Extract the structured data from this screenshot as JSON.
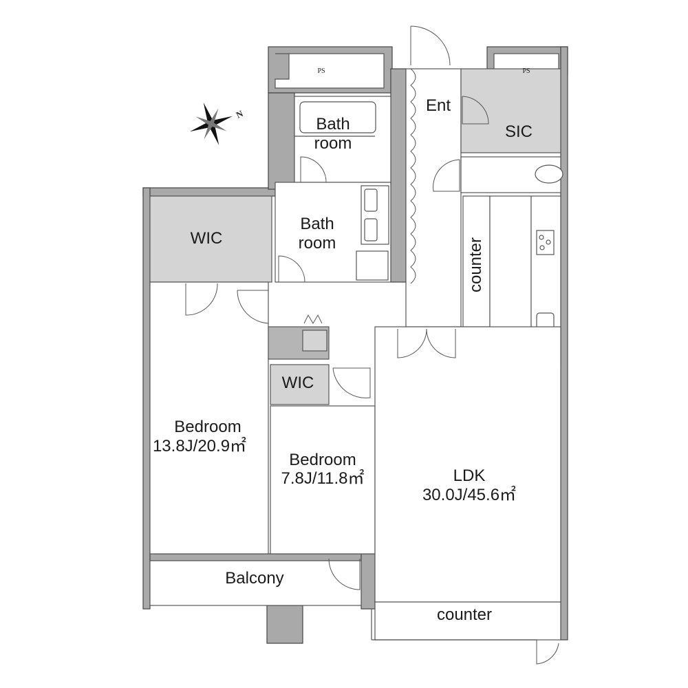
{
  "title": "Floor plan",
  "compass": {
    "label": "N"
  },
  "rooms": {
    "ps_left": "PS",
    "ps_right": "PS",
    "entrance": "Ent",
    "bath1_line1": "Bath",
    "bath1_line2": "room",
    "sic": "SIC",
    "wic_large": "WIC",
    "bath2_line1": "Bath",
    "bath2_line2": "room",
    "kitchen_counter": "counter",
    "wic_small": "WIC",
    "bedroom1_name": "Bedroom",
    "bedroom1_size": "13.8J/20.9㎡",
    "bedroom2_name": "Bedroom",
    "bedroom2_size": "7.8J/11.8㎡",
    "ldk_name": "LDK",
    "ldk_size": "30.0J/45.6㎡",
    "balcony": "Balcony",
    "counter_bottom": "counter"
  },
  "colors": {
    "wall": "#a9a9a9",
    "storage": "#d4d4d4",
    "line": "#555555"
  }
}
